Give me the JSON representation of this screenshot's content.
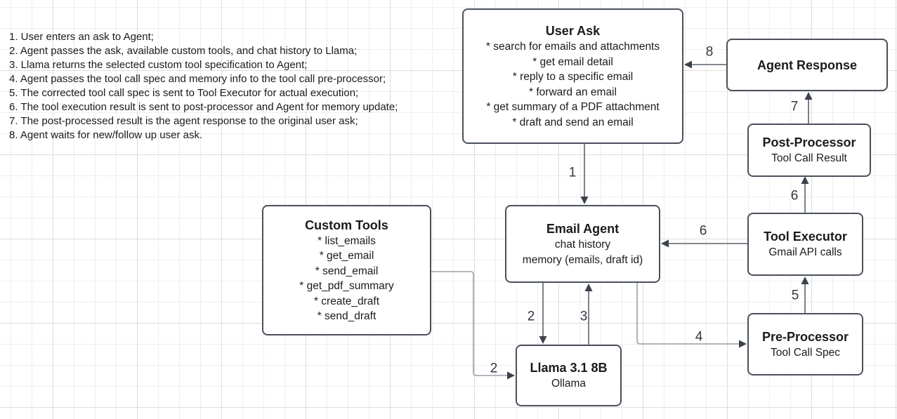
{
  "steps": [
    "1. User enters an ask to Agent;",
    "2. Agent passes the ask, available custom tools, and chat history to Llama;",
    "3. Llama returns the selected custom tool specification to Agent;",
    "4. Agent passes the tool call spec and memory info to the tool call pre-processor;",
    "5. The corrected tool call spec is sent to Tool Executor for actual execution;",
    "6. The tool execution result is sent to post-processor and Agent for memory update;",
    "7. The post-processed result is the agent response to the original user ask;",
    "8. Agent waits for new/follow up user ask."
  ],
  "nodes": {
    "user_ask": {
      "title": "User Ask",
      "items": [
        "* search for emails and attachments",
        "* get email detail",
        "* reply to a specific email",
        "* forward an email",
        "* get summary of a PDF attachment",
        "* draft and send an email"
      ]
    },
    "agent_response": {
      "title": "Agent Response"
    },
    "post_processor": {
      "title": "Post-Processor",
      "subtitle": "Tool Call Result"
    },
    "tool_executor": {
      "title": "Tool Executor",
      "subtitle": "Gmail API calls"
    },
    "pre_processor": {
      "title": "Pre-Processor",
      "subtitle": "Tool Call Spec"
    },
    "email_agent": {
      "title": "Email Agent",
      "items": [
        "chat history",
        "memory (emails, draft id)"
      ]
    },
    "custom_tools": {
      "title": "Custom Tools",
      "items": [
        "* list_emails",
        "* get_email",
        "* send_email",
        "* get_pdf_summary",
        "* create_draft",
        "* send_draft"
      ]
    },
    "llama": {
      "title": "Llama 3.1 8B",
      "subtitle": "Ollama"
    }
  },
  "edge_labels": {
    "e1": "1",
    "e2a": "2",
    "e2b": "2",
    "e3": "3",
    "e4": "4",
    "e5": "5",
    "e6a": "6",
    "e6b": "6",
    "e7": "7",
    "e8": "8"
  },
  "colors": {
    "border": "#4a515c",
    "connector": "#5a626c",
    "connector_light": "#9aa0a7",
    "arrowhead": "#3b424b",
    "text": "#1b1b1b",
    "label": "#33383e"
  }
}
